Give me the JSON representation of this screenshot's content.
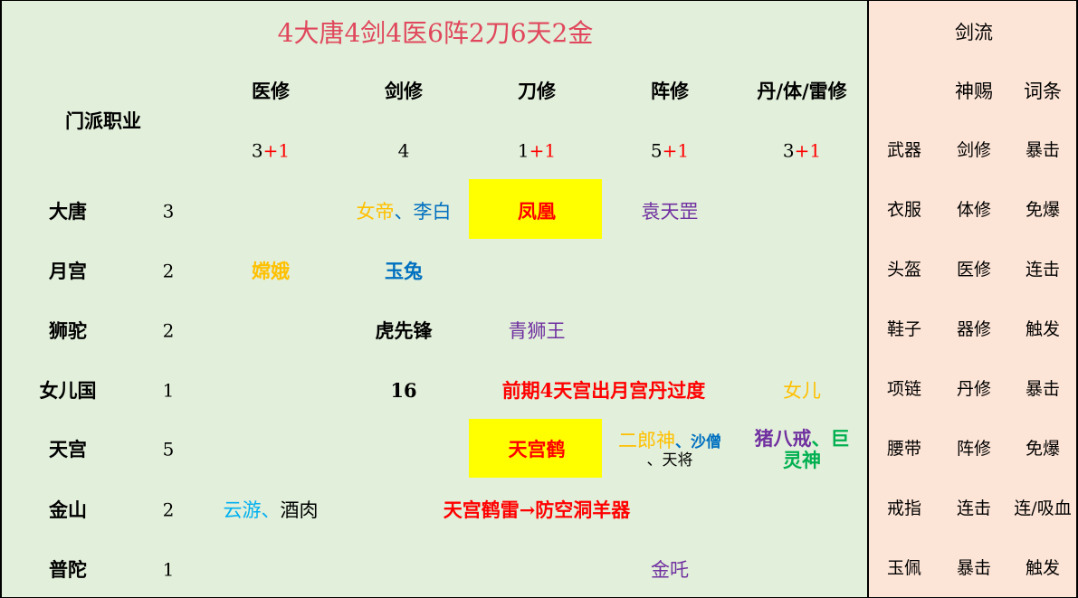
{
  "title": "4大唐4剑4医6阵2刀6天2金",
  "left": {
    "header_label": "门派职业",
    "columns": [
      {
        "name": "医修",
        "count": "3",
        "plus": "+1"
      },
      {
        "name": "剑修",
        "count": "4",
        "plus": ""
      },
      {
        "name": "刀修",
        "count": "1",
        "plus": "+1"
      },
      {
        "name": "阵修",
        "count": "5",
        "plus": "+1"
      },
      {
        "name": "丹/体/雷修",
        "count": "3",
        "plus": "+1"
      }
    ],
    "rows": [
      {
        "sect": "大唐",
        "num": "3"
      },
      {
        "sect": "月宫",
        "num": "2"
      },
      {
        "sect": "狮驼",
        "num": "2"
      },
      {
        "sect": "女儿国",
        "num": "1"
      },
      {
        "sect": "天宫",
        "num": "5"
      },
      {
        "sect": "金山",
        "num": "2"
      },
      {
        "sect": "普陀",
        "num": "1"
      }
    ],
    "cells": {
      "datang_jian_a": "女帝",
      "datang_jian_sep": "、",
      "datang_jian_b": "李白",
      "datang_dao": "凤凰",
      "datang_zhen": "袁天罡",
      "yuegong_yi": "嫦娥",
      "yuegong_jian": "玉兔",
      "shituo_jian": "虎先锋",
      "shituo_dao": "青狮王",
      "nverguo_jian": "16",
      "nverguo_note": "前期4天宫出月宫丹过度",
      "nverguo_dan": "女儿",
      "tiangong_dao": "天宫鹤",
      "tiangong_zhen_a": "二郎神",
      "tiangong_zhen_sep": "、",
      "tiangong_zhen_b": "沙僧",
      "tiangong_zhen_c": "、天将",
      "tiangong_dan_a": "猪八戒",
      "tiangong_dan_sep": "、",
      "tiangong_dan_b": "巨",
      "tiangong_dan_c": "灵神",
      "jinshan_yi_a": "云游",
      "jinshan_yi_sep": "、",
      "jinshan_yi_b": "酒肉",
      "jinshan_note": "天宫鹤雷→防空洞羊器",
      "putuo_zhen": "金吒"
    }
  },
  "right": {
    "title": "剑流",
    "col_headers": [
      "神赐",
      "词条"
    ],
    "rows": [
      {
        "slot": "武器",
        "god": "剑修",
        "affix": "暴击"
      },
      {
        "slot": "衣服",
        "god": "体修",
        "affix": "免爆"
      },
      {
        "slot": "头盔",
        "god": "医修",
        "affix": "连击"
      },
      {
        "slot": "鞋子",
        "god": "器修",
        "affix": "触发"
      },
      {
        "slot": "项链",
        "god": "丹修",
        "affix": "暴击"
      },
      {
        "slot": "腰带",
        "god": "阵修",
        "affix": "免爆"
      },
      {
        "slot": "戒指",
        "god": "连击",
        "affix": "连/吸血"
      },
      {
        "slot": "玉佩",
        "god": "暴击",
        "affix": "触发"
      }
    ]
  },
  "colors": {
    "left_bg": "#e2efda",
    "right_bg": "#fce4d6",
    "title": "#e0475c",
    "highlight": "#ffff00",
    "red": "#ff0000",
    "gold": "#ffc000",
    "blue": "#0070c0",
    "purple": "#7030a0",
    "green": "#00b050",
    "cyan": "#00b0f0"
  }
}
